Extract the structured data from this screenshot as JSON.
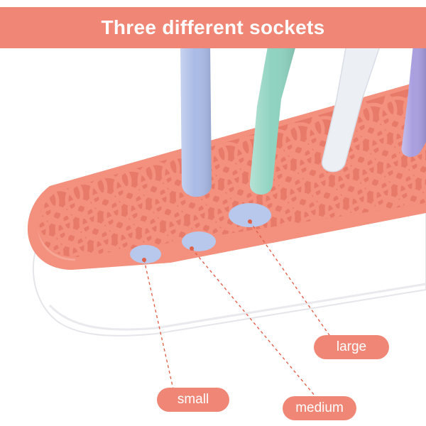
{
  "banner": {
    "title": "Three different sockets",
    "color": "#f08776"
  },
  "callouts": {
    "large": "large",
    "small": "small",
    "medium": "medium"
  },
  "product": {
    "holder_color": "#f4907e",
    "base_color": "#ffffff",
    "brush_colors": [
      "#aabbe6",
      "#8fd3c0",
      "#eceff4",
      "#a99fe0"
    ],
    "socket_color": "#b8c8ec"
  }
}
